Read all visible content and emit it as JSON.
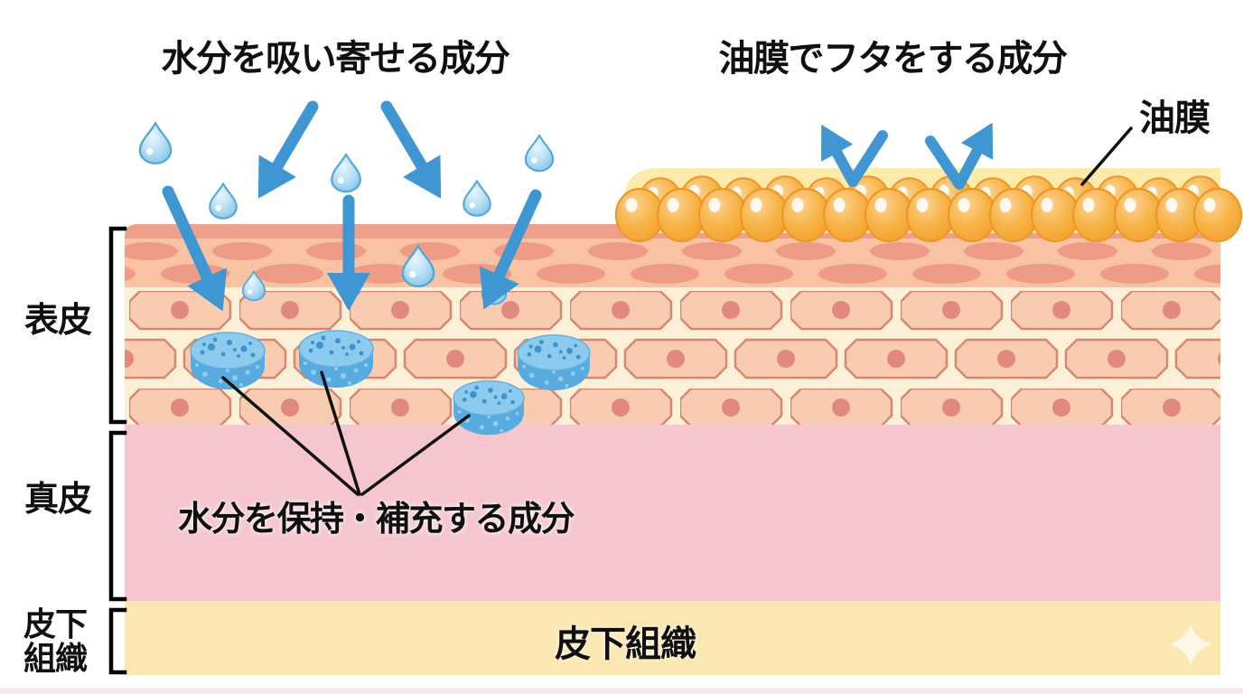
{
  "page": {
    "background": "#ffffff"
  },
  "annotations": {
    "attract_title": "水分を吸い寄せる成分",
    "seal_title": "油膜でフタをする成分",
    "oil_film_label": "油膜",
    "retain_label": "水分を保持・補充する成分",
    "subcutaneous_center_label": "皮下組織"
  },
  "layer_labels": {
    "epidermis": "表皮",
    "dermis": "真皮",
    "subcutaneous": "皮下\n組織"
  },
  "legend": {
    "layers": [
      {
        "id": "stratum-corneum",
        "color": "#efa08c"
      },
      {
        "id": "epidermis",
        "label": "表皮",
        "cell_color": "#f9cbb1",
        "background": "#fcf0d8"
      },
      {
        "id": "dermis",
        "label": "真皮",
        "color": "#f5c6ce"
      },
      {
        "id": "subcutaneous",
        "label": "皮下組織",
        "color": "#fae7b2"
      }
    ]
  },
  "colors": {
    "arrow_blue": "#3f96d2",
    "water_drop_blue": "#b5def4",
    "sponge_disc_blue": "#58abdf",
    "oil_ball_orange": "#f7ad3c",
    "oil_film_yellow": "#fcebaa",
    "cell_border": "#d8876f",
    "cell_nucleus": "#e2897e",
    "leader_line_black": "#111111"
  },
  "icons": {
    "water_drop_icon": "💧",
    "absorb_arrow_icon": "↘",
    "repel_arrow_icon": "⤴",
    "sponge_disc_icon": "◍",
    "oil_ball_icon": "●",
    "sparkle_icon": "✦"
  }
}
